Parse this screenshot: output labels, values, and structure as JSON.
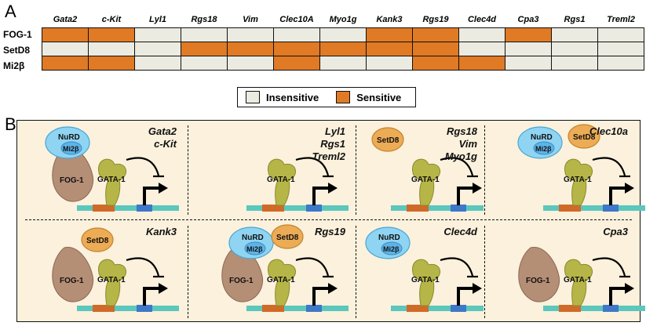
{
  "panelA": {
    "letter": "A",
    "genes": [
      "Gata2",
      "c-Kit",
      "Lyl1",
      "Rgs18",
      "Vim",
      "Clec10A",
      "Myo1g",
      "Kank3",
      "Rgs19",
      "Clec4d",
      "Cpa3",
      "Rgs1",
      "Treml2"
    ],
    "rows": [
      {
        "label": "FOG-1",
        "cells": [
          1,
          1,
          0,
          0,
          0,
          0,
          0,
          1,
          1,
          0,
          1,
          0,
          0
        ]
      },
      {
        "label": "SetD8",
        "cells": [
          0,
          0,
          0,
          1,
          1,
          1,
          1,
          1,
          1,
          0,
          0,
          0,
          0
        ]
      },
      {
        "label": "Mi2β",
        "cells": [
          1,
          1,
          0,
          0,
          0,
          1,
          0,
          0,
          1,
          1,
          0,
          0,
          0
        ]
      }
    ],
    "legend": {
      "insensitive": "Insensitive",
      "sensitive": "Sensitive"
    },
    "colors": {
      "sensitive": "#e07a25",
      "insensitive": "#ecebe1"
    }
  },
  "panelB": {
    "letter": "B",
    "cells": [
      {
        "genes": [
          "Gata2",
          "c-Kit"
        ],
        "fog1": true,
        "nurd": true,
        "setd8": false
      },
      {
        "genes": [
          "Lyl1",
          "Rgs1",
          "Treml2"
        ],
        "fog1": false,
        "nurd": false,
        "setd8": false
      },
      {
        "genes": [
          "Rgs18",
          "Vim",
          "Myo1g"
        ],
        "fog1": false,
        "nurd": false,
        "setd8": true
      },
      {
        "genes": [
          "Clec10a"
        ],
        "fog1": false,
        "nurd": true,
        "setd8": true
      },
      {
        "genes": [
          "Kank3"
        ],
        "fog1": true,
        "nurd": false,
        "setd8": true
      },
      {
        "genes": [
          "Rgs19"
        ],
        "fog1": true,
        "nurd": true,
        "setd8": true
      },
      {
        "genes": [
          "Clec4d"
        ],
        "fog1": false,
        "nurd": true,
        "setd8": false
      },
      {
        "genes": [
          "Cpa3"
        ],
        "fog1": true,
        "nurd": false,
        "setd8": false
      }
    ],
    "labels": {
      "fog1": "FOG-1",
      "gata1": "GATA-1",
      "nurd": "NuRD",
      "mi2": "Mi2β",
      "setd8": "SetD8"
    }
  }
}
